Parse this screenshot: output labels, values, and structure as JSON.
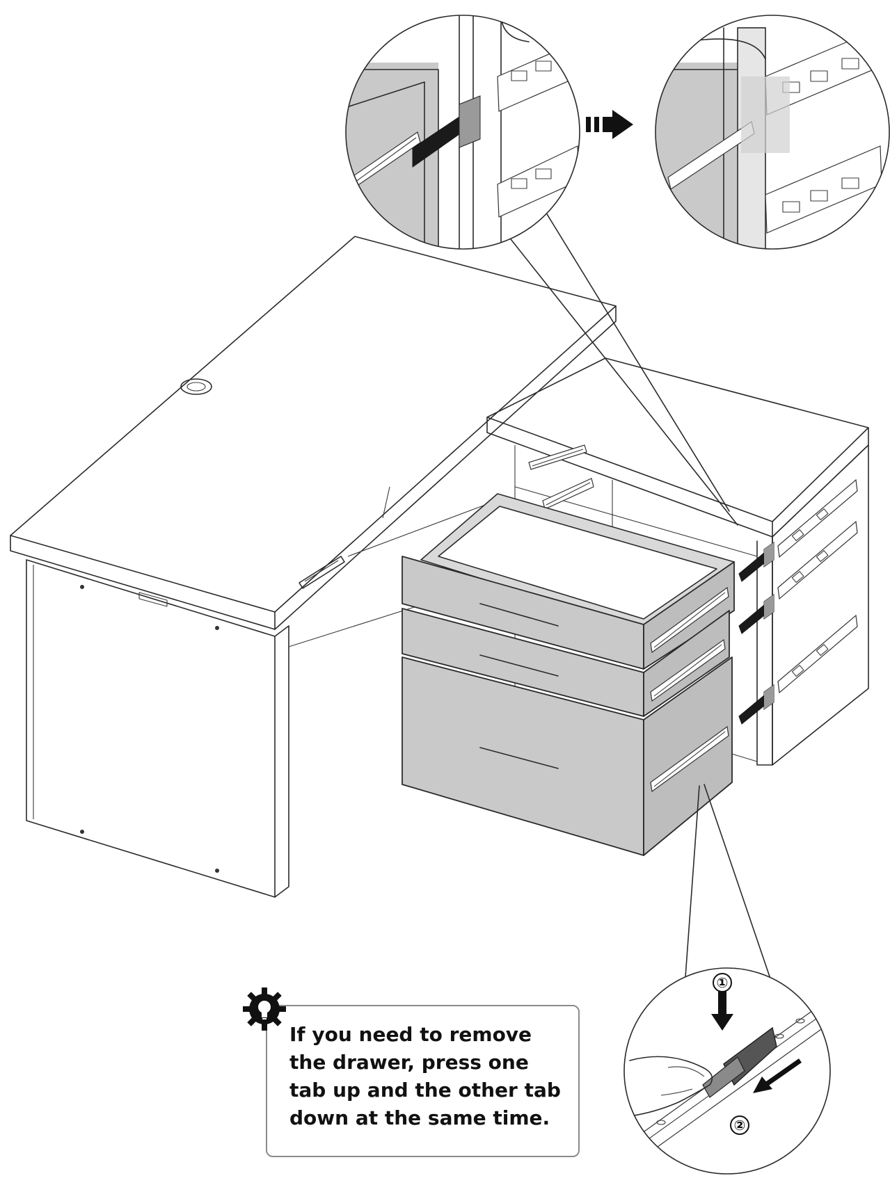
{
  "tip": {
    "icon": "gear-lightbulb-icon",
    "text": "If you need to remove the drawer, press one tab up and the other tab down at the same time."
  },
  "steps": {
    "press_label": "①",
    "pull_label": "②"
  },
  "colors": {
    "drawer_gray": "#c9c9c9",
    "line": "#2a2a2a",
    "tip_border": "#8a8a8a"
  }
}
